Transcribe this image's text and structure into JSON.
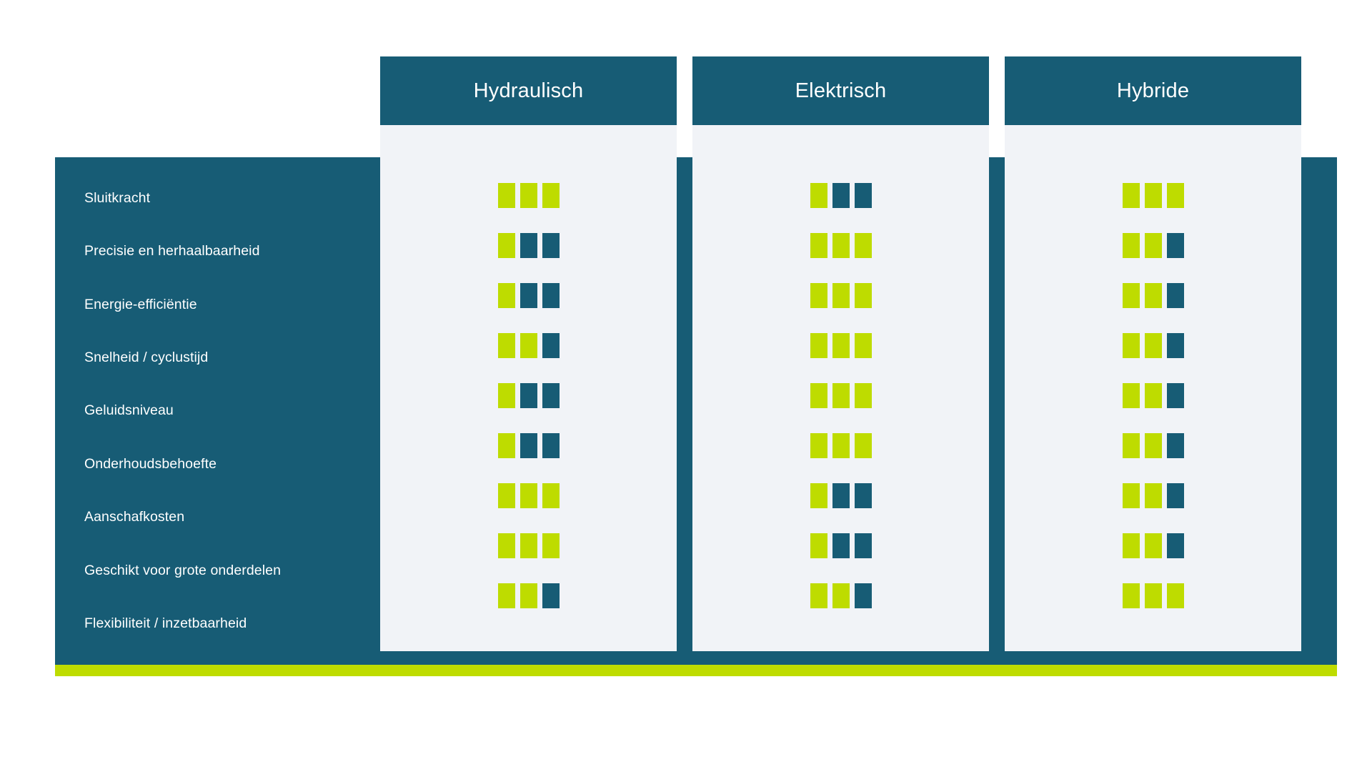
{
  "theme": {
    "dark_teal": "#175c75",
    "lime": "#bedc00",
    "panel_light": "#f1f3f7",
    "background": "#ffffff"
  },
  "rows": [
    {
      "label": "Sluitkracht"
    },
    {
      "label": "Precisie en herhaalbaarheid"
    },
    {
      "label": "Energie-efficiëntie"
    },
    {
      "label": "Snelheid / cyclustijd"
    },
    {
      "label": "Geluidsniveau"
    },
    {
      "label": "Onderhoudsbehoefte"
    },
    {
      "label": "Aanschafkosten"
    },
    {
      "label": "Geschikt voor grote onderdelen"
    },
    {
      "label": "Flexibiliteit / inzetbaarheid"
    }
  ],
  "columns": [
    {
      "header": "Hydraulisch"
    },
    {
      "header": "Elektrisch"
    },
    {
      "header": "Hybride"
    }
  ],
  "chart_data": {
    "type": "table",
    "title": "",
    "scale_max": 3,
    "scale_note": "Each criterion is rated 0-3 filled blocks out of 3",
    "categories": [
      "Sluitkracht",
      "Precisie en herhaalbaarheid",
      "Energie-efficiëntie",
      "Snelheid / cyclustijd",
      "Geluidsniveau",
      "Onderhoudsbehoefte",
      "Aanschafkosten",
      "Geschikt voor grote onderdelen",
      "Flexibiliteit / inzetbaarheid"
    ],
    "series": [
      {
        "name": "Hydraulisch",
        "values": [
          3,
          1,
          1,
          2,
          1,
          1,
          3,
          3,
          2
        ]
      },
      {
        "name": "Elektrisch",
        "values": [
          1,
          3,
          3,
          3,
          3,
          3,
          1,
          1,
          2
        ]
      },
      {
        "name": "Hybride",
        "values": [
          3,
          2,
          2,
          2,
          2,
          2,
          2,
          2,
          3
        ]
      }
    ],
    "xlabel": "",
    "ylabel": "",
    "legend": []
  }
}
